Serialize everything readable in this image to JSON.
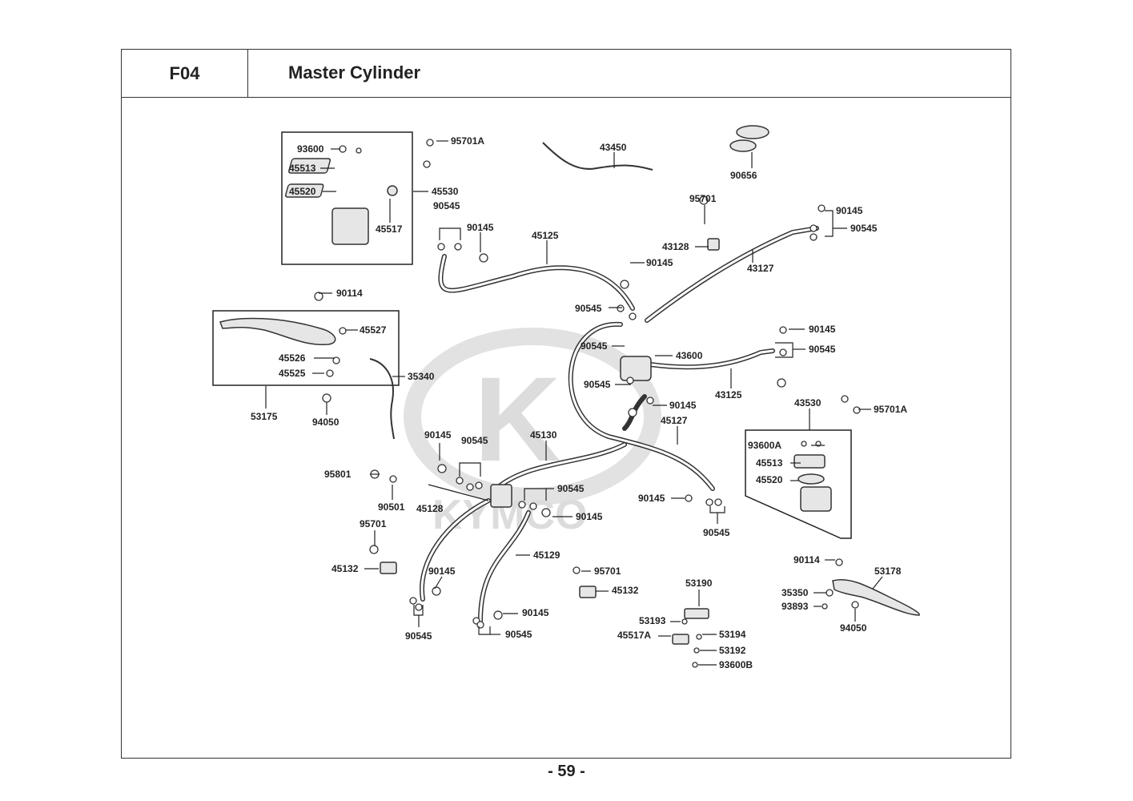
{
  "header": {
    "code": "F04",
    "title": "Master Cylinder"
  },
  "footer": {
    "page": "- 59 -"
  },
  "watermark": {
    "logo_letter": "K",
    "brand": "KYMCO"
  },
  "parts": {
    "p1": "93600",
    "p2": "45513",
    "p3": "45520",
    "p4": "45530",
    "p5": "45517",
    "p6": "95701A",
    "p7": "43450",
    "p8": "90656",
    "p9": "90545",
    "p10": "90145",
    "p11": "45125",
    "p12": "95701",
    "p13": "43128",
    "p14": "90145",
    "p15": "90545",
    "p16": "90145",
    "p17": "43127",
    "p18": "90545",
    "p19": "90114",
    "p20": "45527",
    "p21": "45526",
    "p22": "45525",
    "p23": "53175",
    "p24": "94050",
    "p25": "35340",
    "p26": "90545",
    "p27": "43600",
    "p28": "90145",
    "p29": "90545",
    "p30": "90545",
    "p31": "43125",
    "p32": "90145",
    "p33": "45127",
    "p34": "43530",
    "p35": "95701A",
    "p36": "93600A",
    "p37": "45513",
    "p38": "45520",
    "p39": "90145",
    "p40": "90545",
    "p41": "45130",
    "p42": "95801",
    "p43": "90501",
    "p44": "45128",
    "p45": "90545",
    "p46": "90145",
    "p47": "90145",
    "p48": "90545",
    "p49": "95701",
    "p50": "45132",
    "p51": "45129",
    "p52": "90145",
    "p53": "90545",
    "p54": "95701",
    "p55": "45132",
    "p56": "90145",
    "p57": "90545",
    "p58": "53190",
    "p59": "53193",
    "p60": "45517A",
    "p61": "53194",
    "p62": "53192",
    "p63": "93600B",
    "p64": "90114",
    "p65": "53178",
    "p66": "35350",
    "p67": "93893",
    "p68": "94050"
  }
}
